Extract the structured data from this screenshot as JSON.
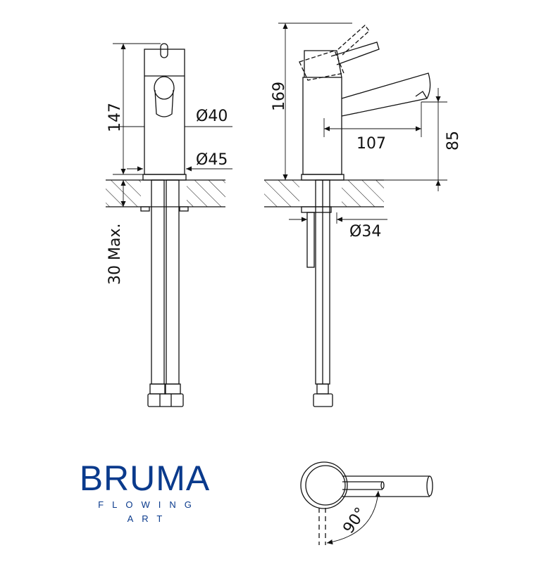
{
  "dimensions": {
    "front_height": "147",
    "diameter_body": "Ø40",
    "diameter_base": "Ø45",
    "max_thickness": "30 Max.",
    "side_height": "169",
    "spout_reach": "107",
    "spout_height": "85",
    "diameter_hole": "Ø34",
    "rotation_angle": "90°"
  },
  "logo": {
    "brand": "BRUMA",
    "tagline_1": "FLOWING",
    "tagline_2": "ART",
    "color": "#0a3a8c"
  }
}
